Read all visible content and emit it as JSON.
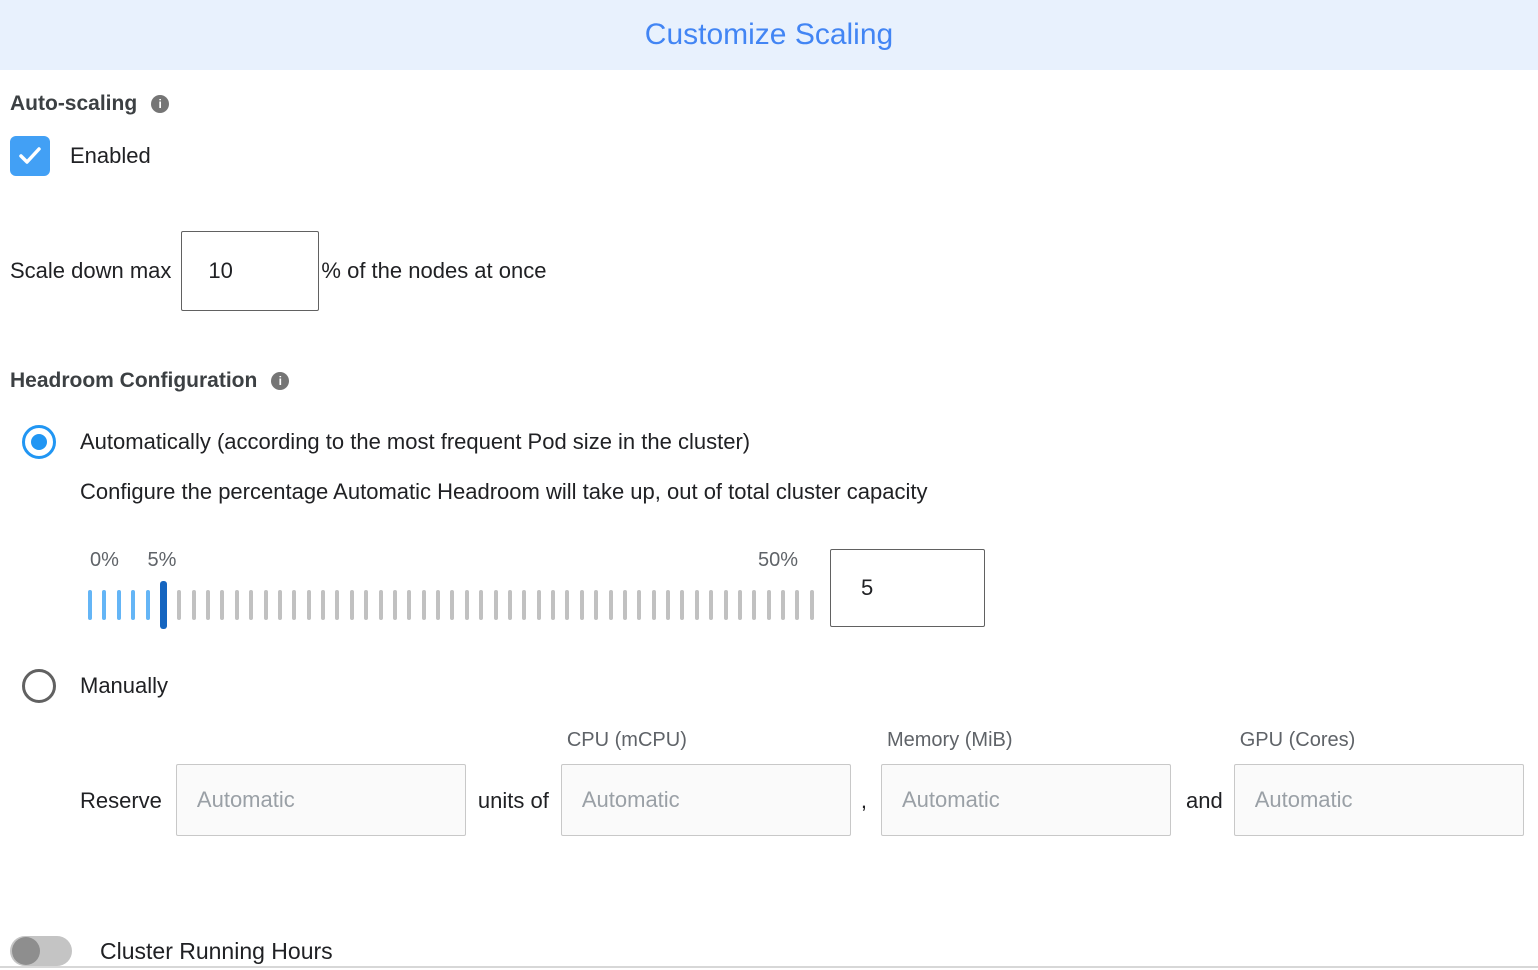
{
  "header": {
    "title": "Customize Scaling"
  },
  "auto_scaling": {
    "label": "Auto-scaling",
    "enabled_label": "Enabled",
    "checked": true
  },
  "scale_down": {
    "prefix": "Scale down max",
    "value": "10",
    "suffix": "% of the nodes at once"
  },
  "headroom": {
    "label": "Headroom Configuration",
    "automatic_label": "Automatically (according to the most frequent Pod size in the cluster)",
    "automatic_description": "Configure the percentage Automatic Headroom will take up, out of total cluster capacity",
    "automatic_selected": true,
    "manual_label": "Manually",
    "slider": {
      "min_label": "0%",
      "current_label": "5%",
      "max_label": "50%",
      "value": "5",
      "tick_count": 51,
      "current_index": 5
    }
  },
  "reserve": {
    "label": "Reserve",
    "units_of_label": "units of",
    "comma": ",",
    "and_label": "and",
    "placeholder": "Automatic",
    "columns": {
      "cpu": "CPU (mCPU)",
      "memory": "Memory (MiB)",
      "gpu": "GPU (Cores)"
    }
  },
  "cluster_running_hours": {
    "label": "Cluster Running Hours",
    "enabled": false
  },
  "colors": {
    "header_background": "#e8f1fd",
    "accent_blue": "#4285f4",
    "checkbox_blue": "#42a0f5",
    "radio_blue": "#2196f3",
    "slider_active": "#64b5f6",
    "slider_current": "#1565c0",
    "slider_inactive": "#c1c1c1"
  }
}
